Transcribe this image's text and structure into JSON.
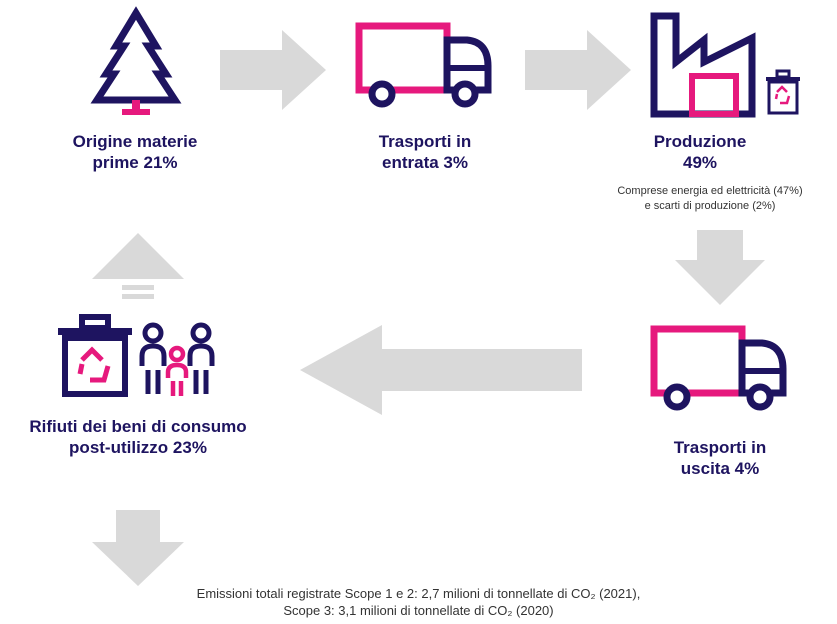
{
  "colors": {
    "navy": "#1e1460",
    "pink": "#e6197d",
    "arrow_gray": "#d9d9d9",
    "text_gray": "#333333"
  },
  "icons": [
    "tree-icon",
    "truck-icon",
    "factory-icon",
    "recycle-bin-icon",
    "family-icon"
  ],
  "steps": {
    "origin": {
      "line1": "Origine materie",
      "line2": "prime 21%"
    },
    "inbound": {
      "line1": "Trasporti in",
      "line2": "entrata 3%"
    },
    "production": {
      "line1": "Produzione",
      "line2": "49%",
      "note_line1": "Comprese energia ed elettricità (47%)",
      "note_line2": "e scarti di produzione (2%)"
    },
    "outbound": {
      "line1": "Trasporti in",
      "line2": "uscita 4%"
    },
    "waste": {
      "line1": "Rifiuti dei beni di consumo",
      "line2": "post-utilizzo 23%"
    }
  },
  "footer": {
    "line1": "Emissioni totali registrate Scope 1 e 2: 2,7 milioni di tonnellate di CO₂ (2021),",
    "line2": "Scope 3: 3,1 milioni di tonnellate di CO₂ (2020)"
  }
}
